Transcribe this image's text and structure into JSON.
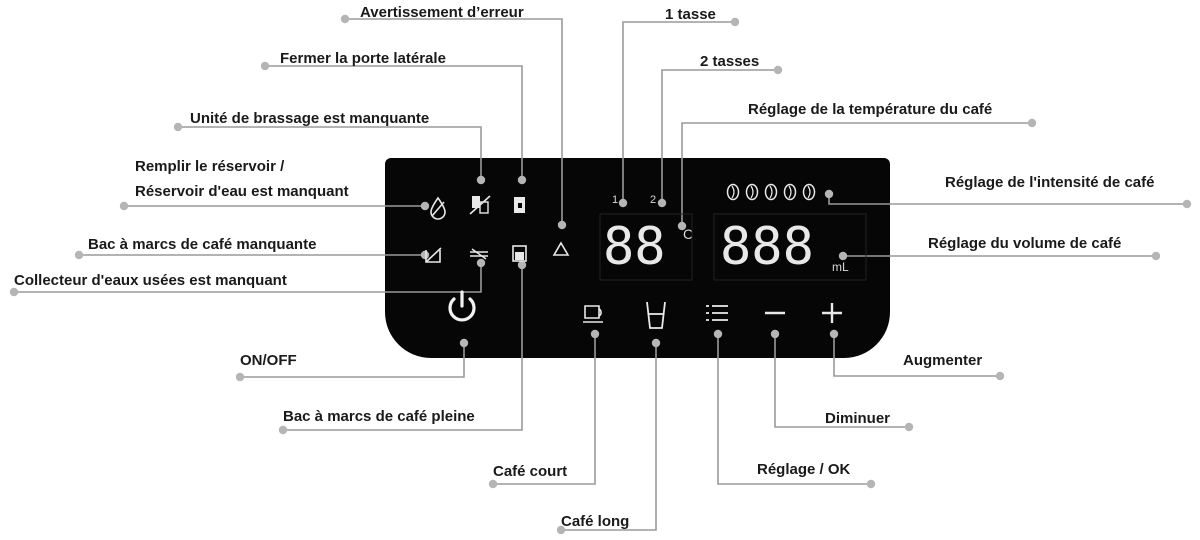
{
  "labels": {
    "error_warning": "Avertissement d’erreur",
    "close_side_door": "Fermer la porte latérale",
    "brew_unit_missing": "Unité de brassage est manquante",
    "fill_tank_1": "Remplir le réservoir /",
    "fill_tank_2": "Réservoir d'eau est manquant",
    "grounds_tray_missing": "Bac à marcs de café manquante",
    "drip_tray_missing": "Collecteur d'eaux usées est manquant",
    "on_off": "ON/OFF",
    "grounds_tray_full": "Bac à marcs de café pleine",
    "short_coffee": "Café court",
    "long_coffee": "Café long",
    "one_cup": "1 tasse",
    "two_cups": "2 tasses",
    "temperature_setting": "Réglage de la température du café",
    "intensity_setting": "Réglage de l'intensité de café",
    "volume_setting": "Réglage du volume de café",
    "increase": "Augmenter",
    "decrease": "Diminuer",
    "setting_ok": "Réglage / OK"
  },
  "display": {
    "cup1": "1",
    "cup2": "2",
    "temp_digits": "88",
    "temp_unit": "C",
    "volume_digits": "888",
    "volume_unit": "mL"
  },
  "icons": {
    "water_drop": "water-drop-icon",
    "brew_unit": "brew-unit-icon",
    "side_door": "side-door-icon",
    "warning": "warning-triangle-icon",
    "grounds_tray": "grounds-tray-icon",
    "drip_tray": "drip-tray-icon",
    "grounds_full": "grounds-full-icon",
    "power": "power-icon",
    "short_cup": "espresso-cup-icon",
    "long_cup": "tall-glass-icon",
    "menu": "menu-list-icon",
    "minus": "minus-icon",
    "plus": "plus-icon",
    "bean": "coffee-bean-icon"
  },
  "intensity_beans": 5,
  "colors": {
    "panel": "#060606",
    "segment": "#e8e8e8",
    "leader": "#9a9a9a",
    "dot": "#b5b5b5"
  }
}
